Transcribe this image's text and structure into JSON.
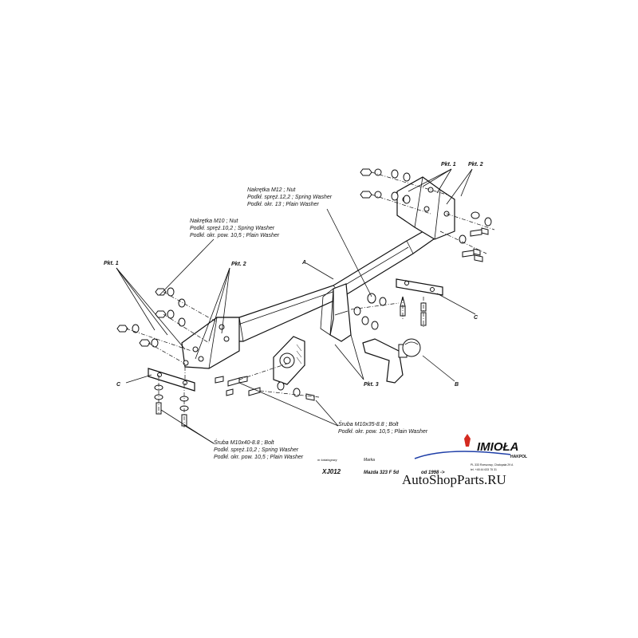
{
  "labels": {
    "pkt1_left": "Pkt. 1",
    "pkt2_left": "Pkt. 2",
    "pkt1_right": "Pkt. 1",
    "pkt2_right": "Pkt. 2",
    "pkt3": "Pkt. 3",
    "part_a": "A",
    "part_b": "B",
    "part_c_left": "C",
    "part_c_right": "C"
  },
  "notes": {
    "nut_m12": [
      "Nakrętka  M12 ; Nut",
      "Podkł. spręż.12,2 ; Spring Washer",
      "Podkł. okr. 13 ; Plain Washer"
    ],
    "nut_m10": [
      "Nakrętka  M10 ; Nut",
      "Podkł. spręż.10,2 ; Spring Washer",
      "Podkł. okr. pow. 10,5 ; Plain Washer"
    ],
    "bolt_m10x35": [
      "Śruba M10x35-8.8 ; Bolt",
      "Podkł. okr. pow. 10,5 ; Plain Washer"
    ],
    "bolt_m10x40": [
      "Śruba M10x40-8.8 ; Bolt",
      "Podkł. spręż.10,2 ; Spring Washer",
      "Podkł. okr. pow. 10,5 ; Plain Washer"
    ]
  },
  "info": {
    "catalog_header": "nr katalogowy",
    "catalog_value": "XJ012",
    "make_header": "Marka",
    "make_value": "Mazda 323 F 5d",
    "from_value": "od  1998 ->"
  },
  "brand": {
    "name": "IMIOŁA",
    "sub": "HAKPOL",
    "address1": "PL 333 Rzeszowy, Chałopała 29 A",
    "address2": "tel. +48 44 633 75 31",
    "watermark": "AutoShopParts.RU",
    "color_red": "#d42a1f",
    "color_blue": "#1f3fa8"
  }
}
